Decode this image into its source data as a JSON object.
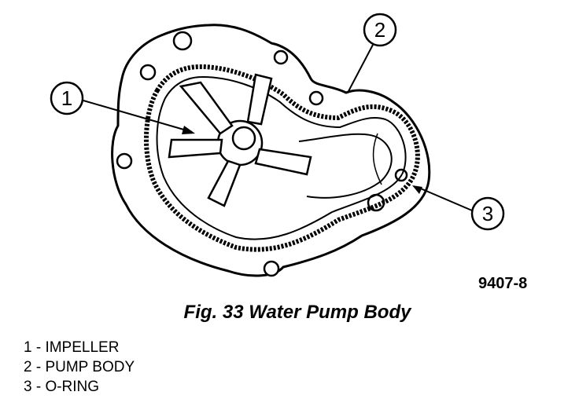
{
  "figure": {
    "code": "9407-8",
    "caption": "Fig. 33 Water Pump Body"
  },
  "callouts": [
    {
      "number": "1"
    },
    {
      "number": "2"
    },
    {
      "number": "3"
    }
  ],
  "legend": [
    {
      "text": "1 - IMPELLER"
    },
    {
      "text": "2 - PUMP BODY"
    },
    {
      "text": "3 - O-RING"
    }
  ]
}
